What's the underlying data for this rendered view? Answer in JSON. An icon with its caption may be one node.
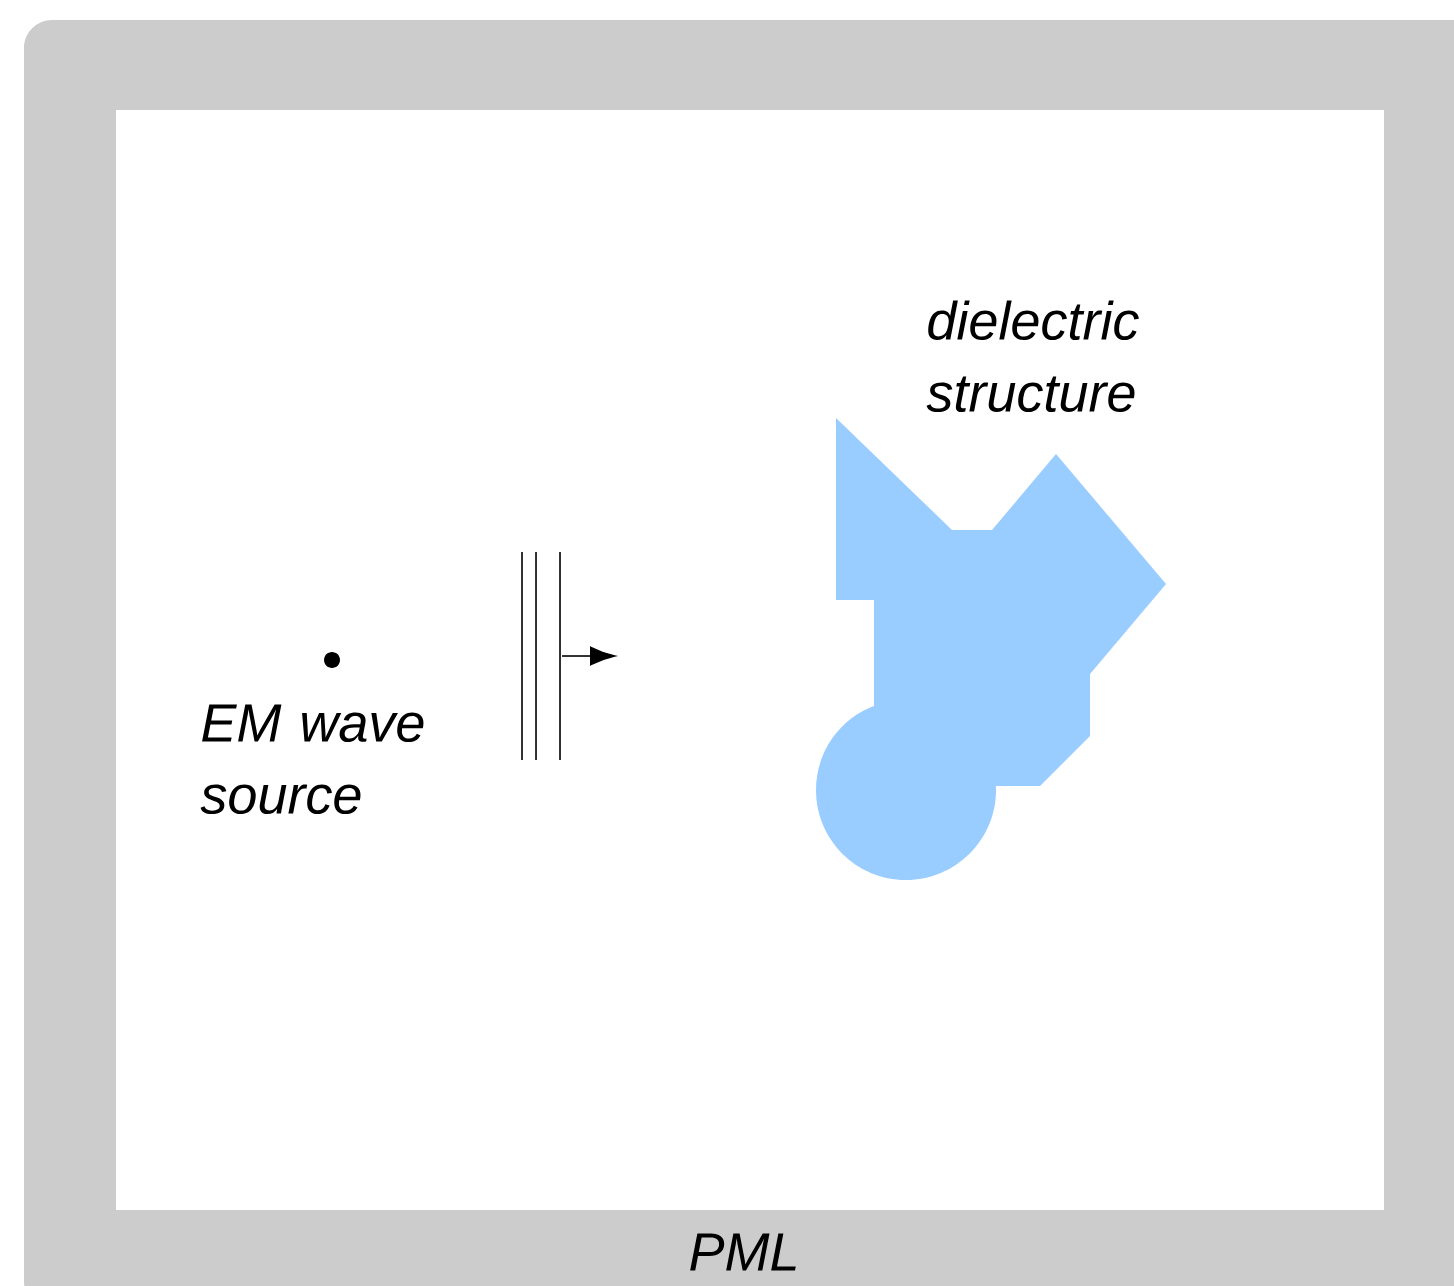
{
  "diagram": {
    "nodes": [
      {
        "text": [
          "PML"
        ]
      },
      {
        "text": [
          "EM wave source"
        ],
        "in": 0
      },
      {
        "text": [
          "dielectric structure"
        ],
        "in": 0
      }
    ]
  }
}
